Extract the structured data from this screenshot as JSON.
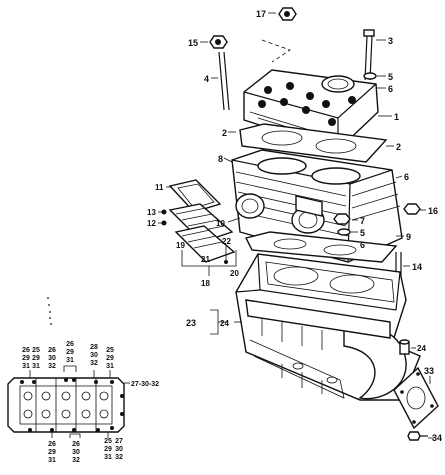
{
  "callouts": [
    {
      "id": "c17",
      "text": "17"
    },
    {
      "id": "c3",
      "text": "3"
    },
    {
      "id": "c15",
      "text": "15"
    },
    {
      "id": "c4",
      "text": "4"
    },
    {
      "id": "c5a",
      "text": "5"
    },
    {
      "id": "c6a",
      "text": "6"
    },
    {
      "id": "c1",
      "text": "1"
    },
    {
      "id": "c2a",
      "text": "2"
    },
    {
      "id": "c2b",
      "text": "2"
    },
    {
      "id": "c8",
      "text": "8"
    },
    {
      "id": "c6b",
      "text": "6"
    },
    {
      "id": "c11",
      "text": "11"
    },
    {
      "id": "c13",
      "text": "13"
    },
    {
      "id": "c12",
      "text": "12"
    },
    {
      "id": "c10",
      "text": "10"
    },
    {
      "id": "c7",
      "text": "7"
    },
    {
      "id": "c16",
      "text": "16"
    },
    {
      "id": "c5b",
      "text": "5"
    },
    {
      "id": "c6c",
      "text": "6"
    },
    {
      "id": "c9",
      "text": "9"
    },
    {
      "id": "c19",
      "text": "19"
    },
    {
      "id": "c22",
      "text": "22"
    },
    {
      "id": "c21",
      "text": "21"
    },
    {
      "id": "c20",
      "text": "20"
    },
    {
      "id": "c18",
      "text": "18"
    },
    {
      "id": "c14",
      "text": "14"
    },
    {
      "id": "c23",
      "text": "23"
    },
    {
      "id": "c24a",
      "text": "24"
    },
    {
      "id": "c24b",
      "text": "24"
    },
    {
      "id": "c33",
      "text": "33"
    },
    {
      "id": "c34",
      "text": "34"
    }
  ],
  "bolt_pattern": {
    "top_left": [
      "26",
      "29",
      "31"
    ],
    "top_left2": [
      "25",
      "29",
      "31"
    ],
    "top_mid1": [
      "26",
      "30",
      "32"
    ],
    "top_mid2": [
      "26",
      "29",
      "31"
    ],
    "top_mid3": [
      "28",
      "30",
      "32"
    ],
    "top_right": [
      "25",
      "29",
      "31"
    ],
    "side_right": "27-30-32",
    "bot_mid1": [
      "26",
      "29",
      "31"
    ],
    "bot_mid2": [
      "26",
      "30",
      "32"
    ],
    "bot_right1": [
      "25",
      "29",
      "31"
    ],
    "bot_right2": [
      "27",
      "30",
      "32"
    ]
  }
}
